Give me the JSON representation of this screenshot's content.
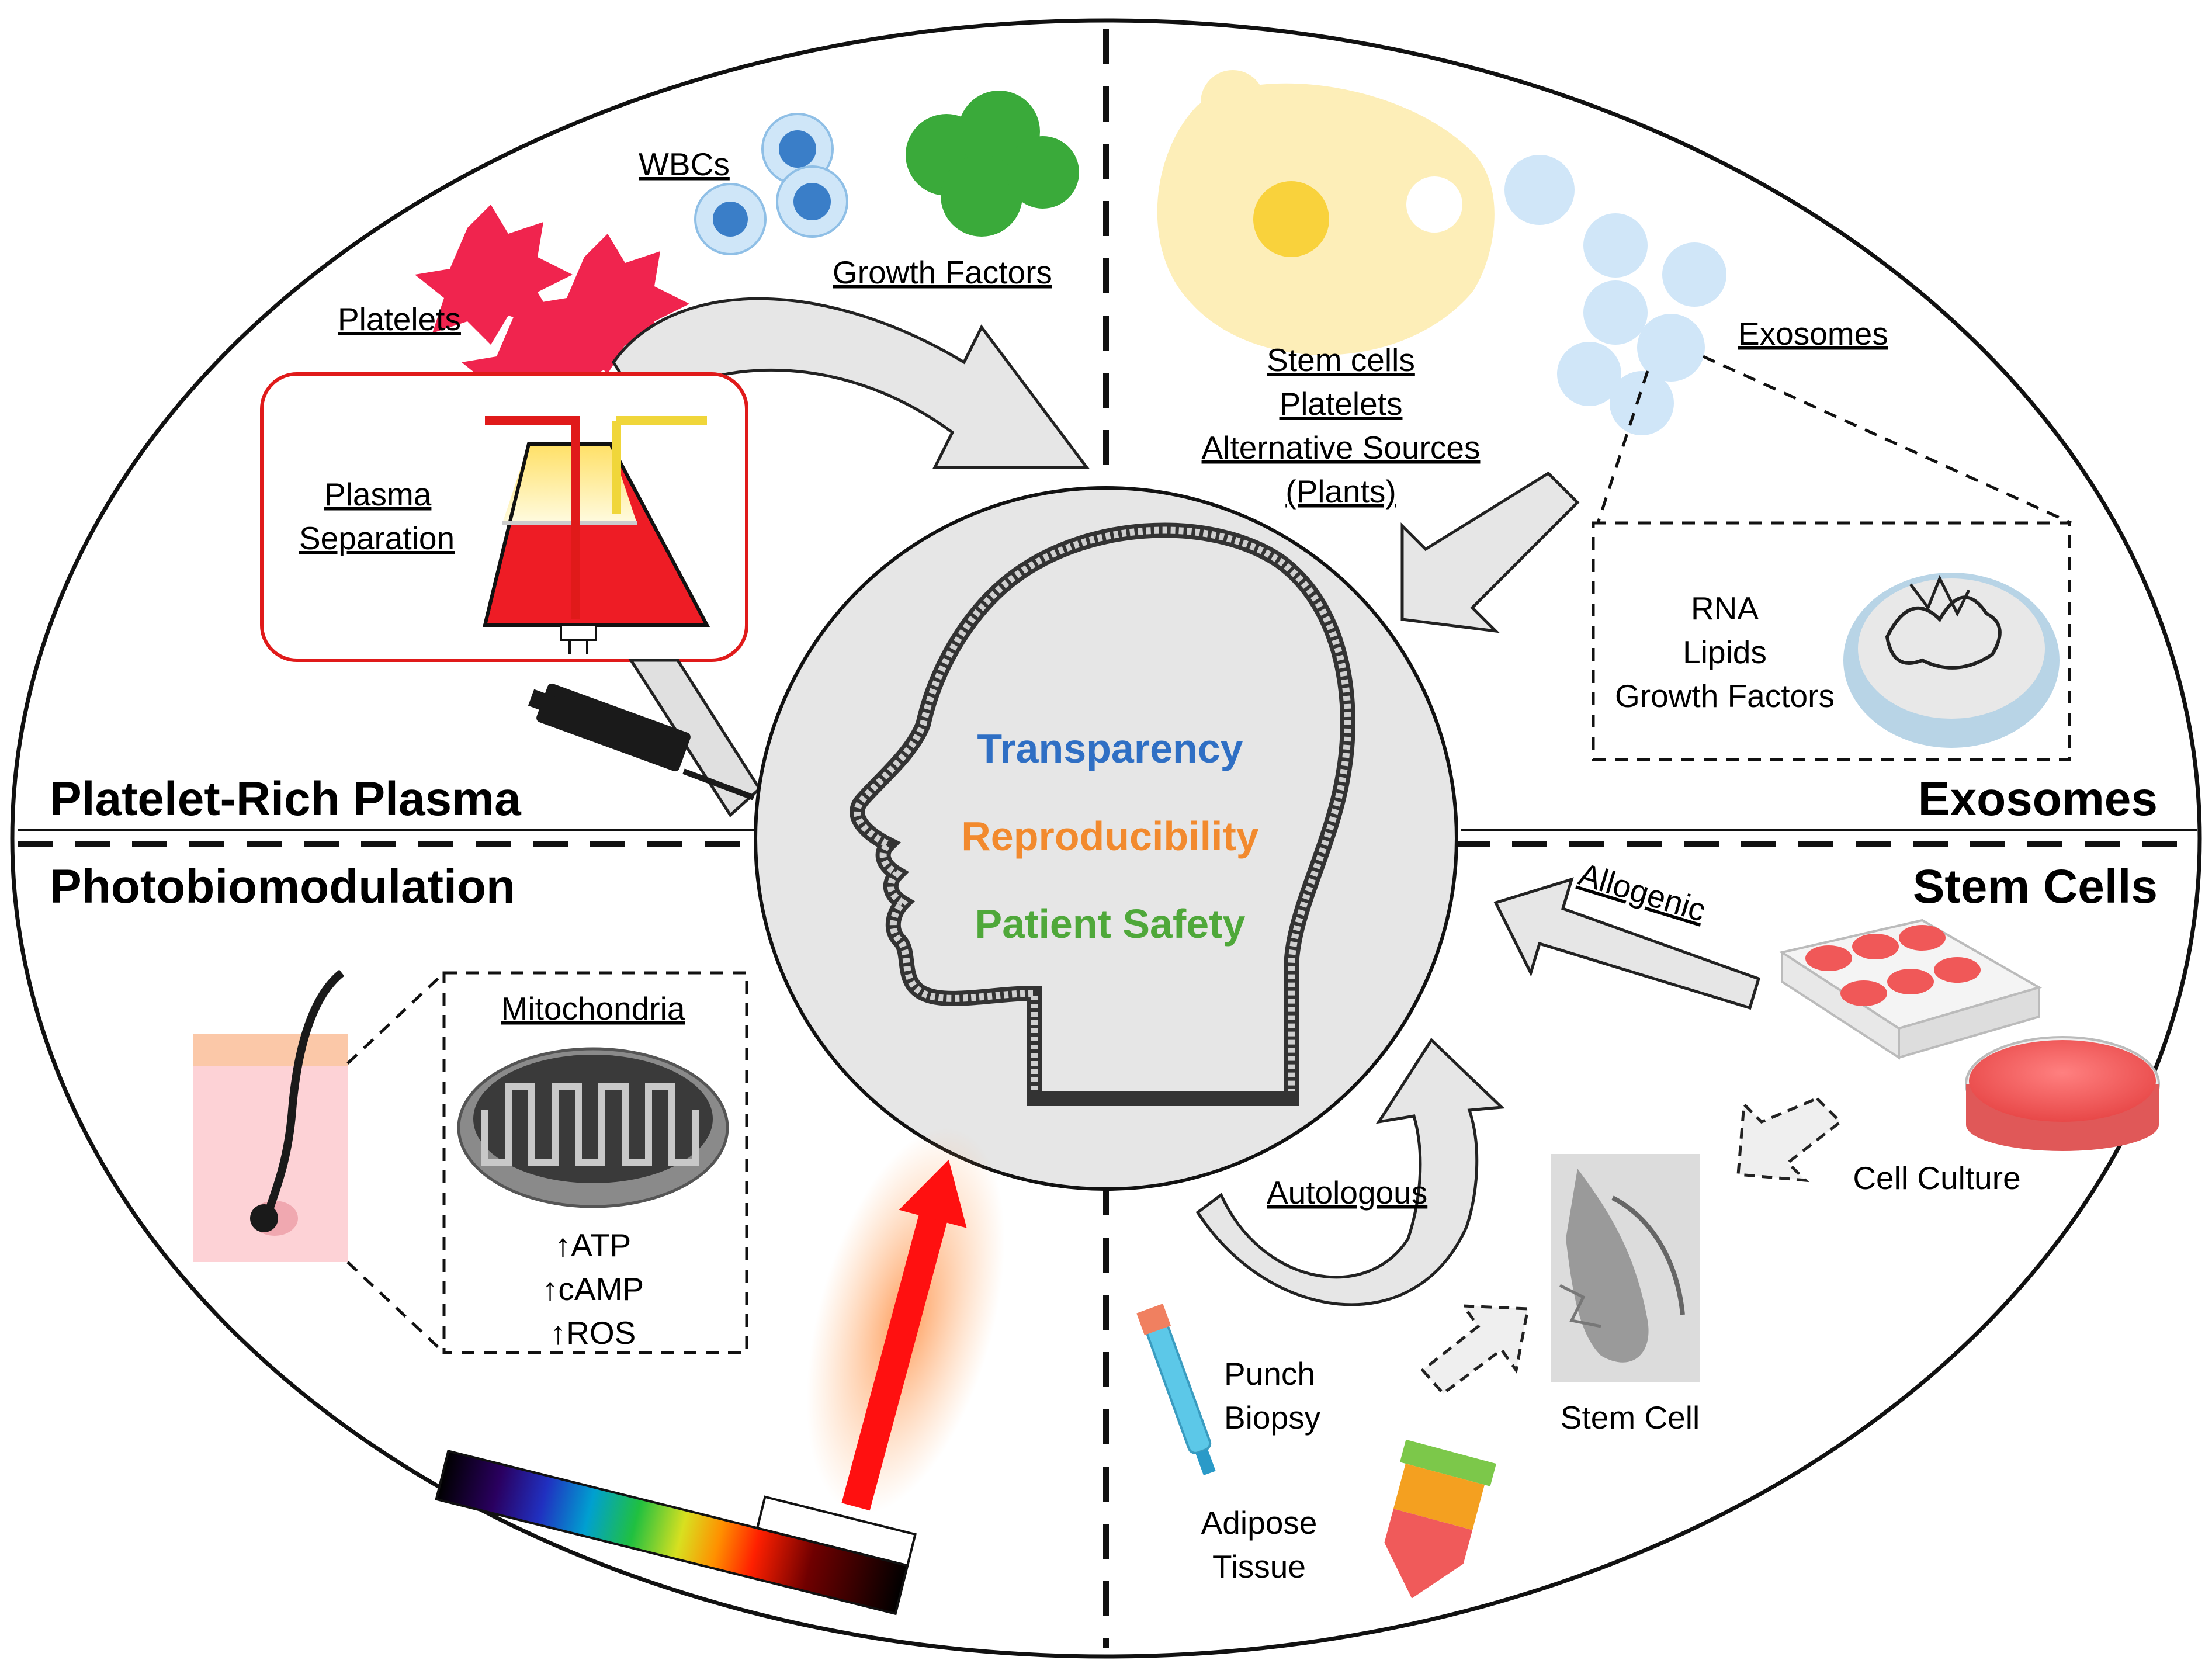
{
  "quadrants": {
    "top_left": "Platelet-Rich Plasma",
    "top_right": "Exosomes",
    "bottom_left": "Photobiomodulation",
    "bottom_right": "Stem Cells"
  },
  "center": {
    "line1": "Transparency",
    "line2": "Reproducibility",
    "line3": "Patient Safety",
    "colors": {
      "line1": "#2f6fc4",
      "line2": "#f28a2e",
      "line3": "#4fa83a"
    }
  },
  "prp": {
    "wbcs": "WBCs",
    "growth_factors": "Growth Factors",
    "platelets": "Platelets",
    "plasma_line1": "Plasma",
    "plasma_line2": "Separation"
  },
  "exosomes": {
    "source_line1": "Stem cells",
    "source_line2": "Platelets",
    "source_line3": "Alternative Sources",
    "source_line4": "(Plants)",
    "exosomes_label": "Exosomes",
    "content_line1": "RNA",
    "content_line2": "Lipids",
    "content_line3": "Growth Factors"
  },
  "pbm": {
    "mitochondria": "Mitochondria",
    "atp": "↑ATP",
    "camp": "↑cAMP",
    "ros": "↑ROS"
  },
  "stem_cells": {
    "allogenic": "Allogenic",
    "autologous": "Autologous",
    "cell_culture": "Cell Culture",
    "stem_cell": "Stem Cell",
    "punch_line1": "Punch",
    "punch_line2": "Biopsy",
    "adipose_line1": "Adipose",
    "adipose_line2": "Tissue"
  }
}
